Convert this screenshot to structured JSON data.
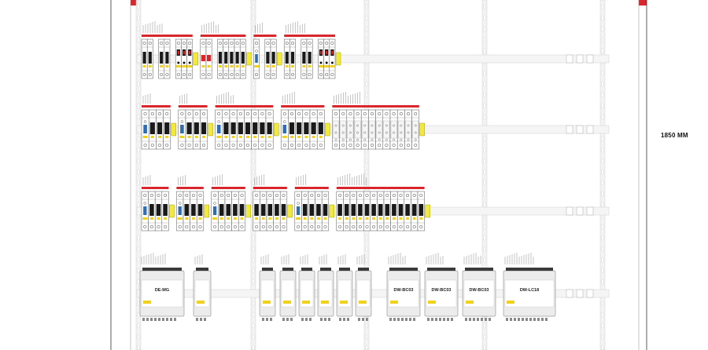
{
  "dimension": {
    "height_label": "1850 MM"
  },
  "colors": {
    "breaker_body": "#ffffff",
    "breaker_outline": "#555555",
    "toggle": "#1a1a1a",
    "rcd_button": "#2e6db4",
    "switch_red": "#d9262c",
    "display_red": "#e02020",
    "rail": "#cfcfcf",
    "terminal_yellow": "#f2e93a",
    "tag_yellow": "#f1d21a",
    "frame_red": "#d9262c"
  },
  "rows": [
    {
      "name": "row-1",
      "groups": [
        {
          "modules": [
            "main",
            "main",
            "gap",
            "main",
            "main",
            "gap",
            "display",
            "display",
            "display"
          ]
        },
        {
          "modules": [
            "red",
            "red",
            "gap",
            "mcb",
            "mcb",
            "mcb",
            "mcb",
            "mcb"
          ]
        },
        {
          "modules": [
            "rcd",
            "gap",
            "main",
            "main"
          ]
        },
        {
          "modules": [
            "main",
            "main",
            "gap",
            "main",
            "main",
            "gap",
            "display",
            "display",
            "display"
          ]
        }
      ]
    },
    {
      "name": "row-2",
      "groups": [
        {
          "modules": [
            "rcd",
            "mcb",
            "mcb",
            "mcb"
          ]
        },
        {
          "modules": [
            "rcd",
            "mcb",
            "mcb",
            "mcb"
          ]
        },
        {
          "modules": [
            "rcd",
            "mcb",
            "mcb",
            "mcb",
            "mcb",
            "mcb",
            "mcb",
            "mcb"
          ]
        },
        {
          "modules": [
            "rcd",
            "mcb",
            "mcb",
            "mcb",
            "mcb",
            "mcb"
          ]
        },
        {
          "modules": [
            "terminal",
            "terminal",
            "terminal",
            "terminal",
            "terminal",
            "terminal",
            "terminal",
            "terminal",
            "terminal",
            "terminal",
            "terminal",
            "terminal"
          ]
        }
      ]
    },
    {
      "name": "row-3",
      "groups": [
        {
          "modules": [
            "rcd",
            "mcb",
            "mcb",
            "mcb"
          ]
        },
        {
          "modules": [
            "rcd",
            "mcb",
            "mcb",
            "mcb"
          ]
        },
        {
          "modules": [
            "rcd",
            "mcb",
            "mcb",
            "mcb",
            "mcb"
          ]
        },
        {
          "modules": [
            "mcb",
            "mcb",
            "mcb",
            "mcb",
            "mcb"
          ]
        },
        {
          "modules": [
            "rcd",
            "mcb",
            "mcb",
            "mcb",
            "mcb"
          ]
        },
        {
          "modules": [
            "mcb",
            "mcb",
            "mcb",
            "mcb",
            "mcb",
            "mcb",
            "mcb",
            "mcb",
            "mcb",
            "mcb",
            "mcb",
            "mcb",
            "mcb"
          ]
        }
      ]
    },
    {
      "name": "row-4",
      "devices": [
        {
          "label": "DE-MG"
        },
        {
          "label": ""
        },
        {
          "label": ""
        },
        {
          "label": ""
        },
        {
          "label": ""
        },
        {
          "label": ""
        },
        {
          "label": ""
        },
        {
          "label": ""
        },
        {
          "label": "DW-BC03"
        },
        {
          "label": "DW-BC03"
        },
        {
          "label": "DW-BC03"
        },
        {
          "label": "DW-LC18"
        }
      ]
    }
  ]
}
